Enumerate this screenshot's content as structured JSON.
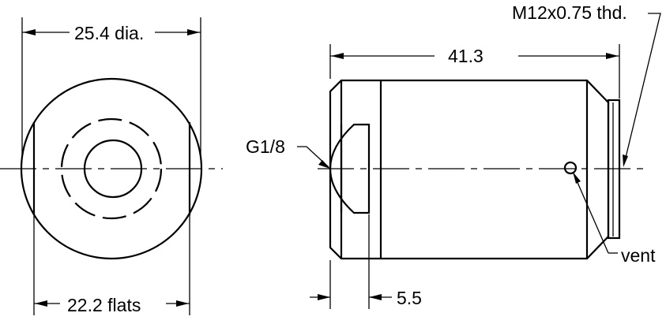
{
  "labels": {
    "diameter": "25.4 dia.",
    "flats": "22.2 flats",
    "length": "41.3",
    "thread": "M12x0.75 thd.",
    "port": "G1/8",
    "vent": "vent",
    "depth": "5.5"
  }
}
